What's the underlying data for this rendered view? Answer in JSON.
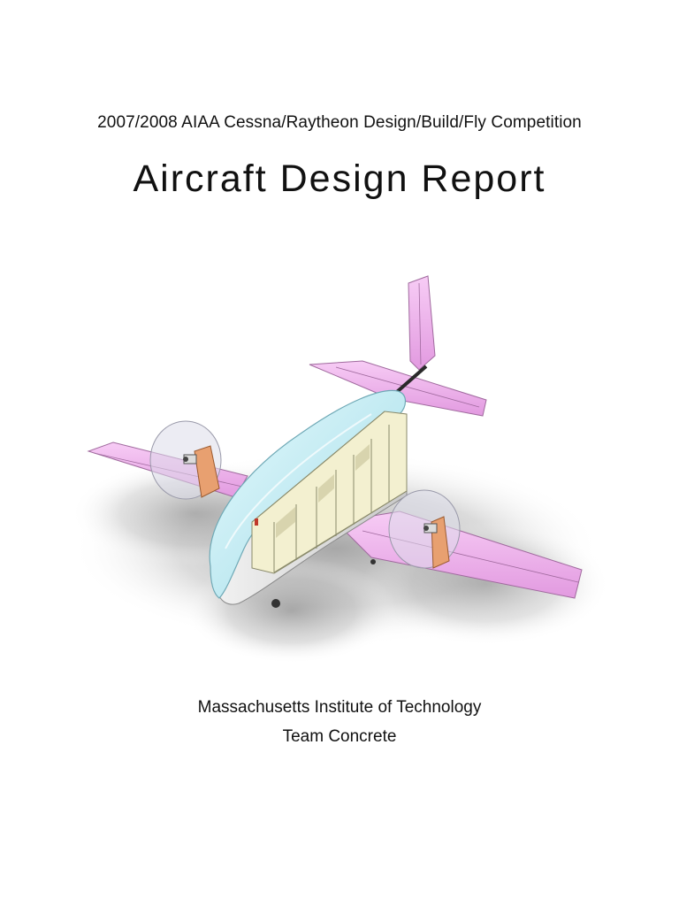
{
  "cover": {
    "competition": "2007/2008 AIAA Cessna/Raytheon Design/Build/Fly Competition",
    "title": "Aircraft Design Report",
    "institution": "Massachusetts Institute of Technology",
    "team": "Team Concrete"
  },
  "colors": {
    "wing": "#f2b6f0",
    "wing_edge": "#c77fc4",
    "fuselage": "#c6eef4",
    "fuselage_edge": "#7fb8c4",
    "bay": "#f3f0d0",
    "nacelle": "#e8a070",
    "prop_disc": "#dcdcea"
  },
  "figure": {
    "icon": "aircraft-render"
  }
}
